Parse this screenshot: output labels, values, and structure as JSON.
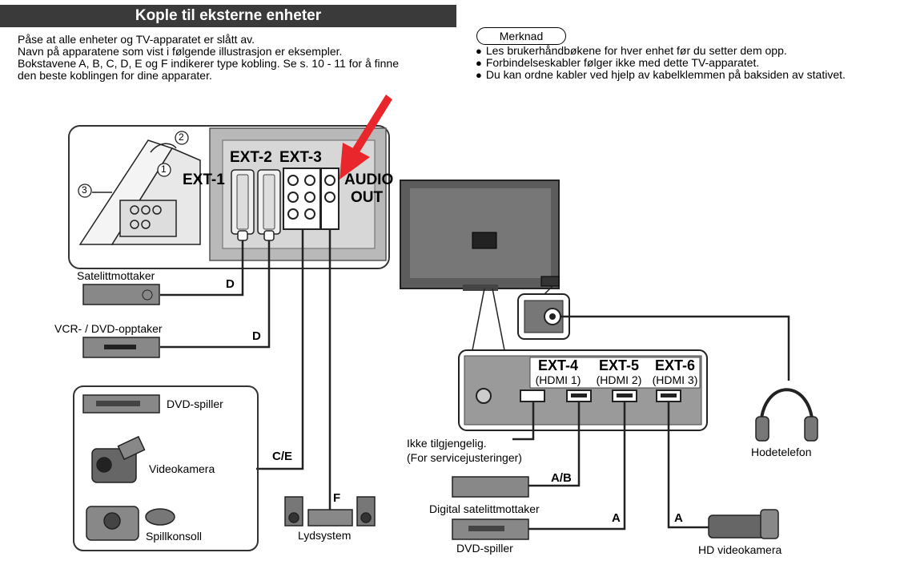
{
  "header": {
    "title": "Kople til eksterne enheter"
  },
  "intro": {
    "line1": "Påse at alle enheter og TV-apparatet er slått av.",
    "line2": "Navn på apparatene som vist i følgende illustrasjon er eksempler.",
    "line3": "Bokstavene A, B, C, D, E og F indikerer type kobling. Se s. 10 - 11 for å finne",
    "line4": "den beste koblingen for dine apparater."
  },
  "note": {
    "label": "Merknad",
    "items": [
      "Les brukerhåndbøkene for hver enhet før du setter dem opp.",
      "Forbindelseskabler følger ikke med dette TV-apparatet.",
      "Du kan ordne kabler ved hjelp av kabelklemmen på baksiden av stativet."
    ]
  },
  "ports": {
    "ext1": "EXT-1",
    "ext2": "EXT-2",
    "ext3": "EXT-3",
    "audio_out_1": "AUDIO",
    "audio_out_2": "OUT",
    "ext4": "EXT-4",
    "ext4_sub": "(HDMI 1)",
    "ext5": "EXT-5",
    "ext5_sub": "(HDMI 2)",
    "ext6": "EXT-6",
    "ext6_sub": "(HDMI 3)",
    "step1": "1",
    "step2": "2",
    "step3": "3"
  },
  "devices": {
    "satellite": "Satelittmottaker",
    "vcr": "VCR- / DVD-opptaker",
    "dvd_player": "DVD-spiller",
    "camcorder": "Videokamera",
    "console": "Spillkonsoll",
    "sound": "Lydsystem",
    "not_available_1": "Ikke tilgjengelig.",
    "not_available_2": "(For servicejusteringer)",
    "digital_sat": "Digital satelittmottaker",
    "dvd_player_2": "DVD-spiller",
    "hd_camera": "HD videokamera",
    "headphones": "Hodetelefon"
  },
  "connections": {
    "d1": "D",
    "d2": "D",
    "ce": "C/E",
    "f": "F",
    "ab": "A/B",
    "a1": "A",
    "a2": "A"
  },
  "colors": {
    "accent_arrow": "#e8262b",
    "title_bg": "#3a3a3a"
  }
}
